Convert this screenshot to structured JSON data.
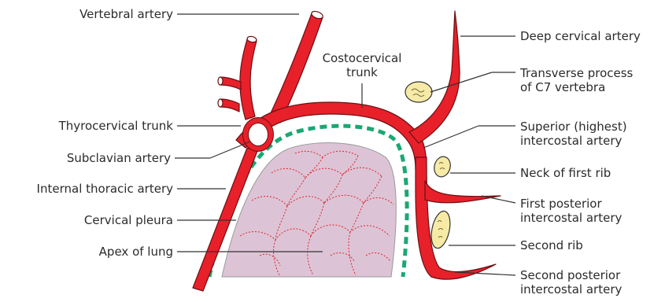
{
  "labels": {
    "vertebral_artery": "Vertebral artery",
    "thyrocervical_trunk": "Thyrocervical trunk",
    "subclavian_artery": "Subclavian artery",
    "internal_thoracic_artery": "Internal thoracic artery",
    "cervical_pleura": "Cervical pleura",
    "apex_of_lung": "Apex of lung",
    "costocervical_trunk_l1": "Costocervical",
    "costocervical_trunk_l2": "trunk",
    "deep_cervical_artery": "Deep cervical artery",
    "transverse_process_l1": "Transverse process",
    "transverse_process_l2": "of C7 vertebra",
    "superior_intercostal_l1": "Superior (highest)",
    "superior_intercostal_l2": "intercostal artery",
    "neck_of_first_rib": "Neck of first rib",
    "first_posterior_l1": "First posterior",
    "first_posterior_l2": "intercostal artery",
    "second_rib": "Second rib",
    "second_posterior_l1": "Second posterior",
    "second_posterior_l2": "intercostal artery"
  },
  "colors": {
    "artery_fill": "#e8202a",
    "artery_outline": "#6b0f12",
    "lung_fill": "#dcc4d6",
    "lung_net": "#e2232b",
    "pleura": "#1aa872",
    "bone_fill": "#f7eaa6",
    "leader": "#333333"
  }
}
